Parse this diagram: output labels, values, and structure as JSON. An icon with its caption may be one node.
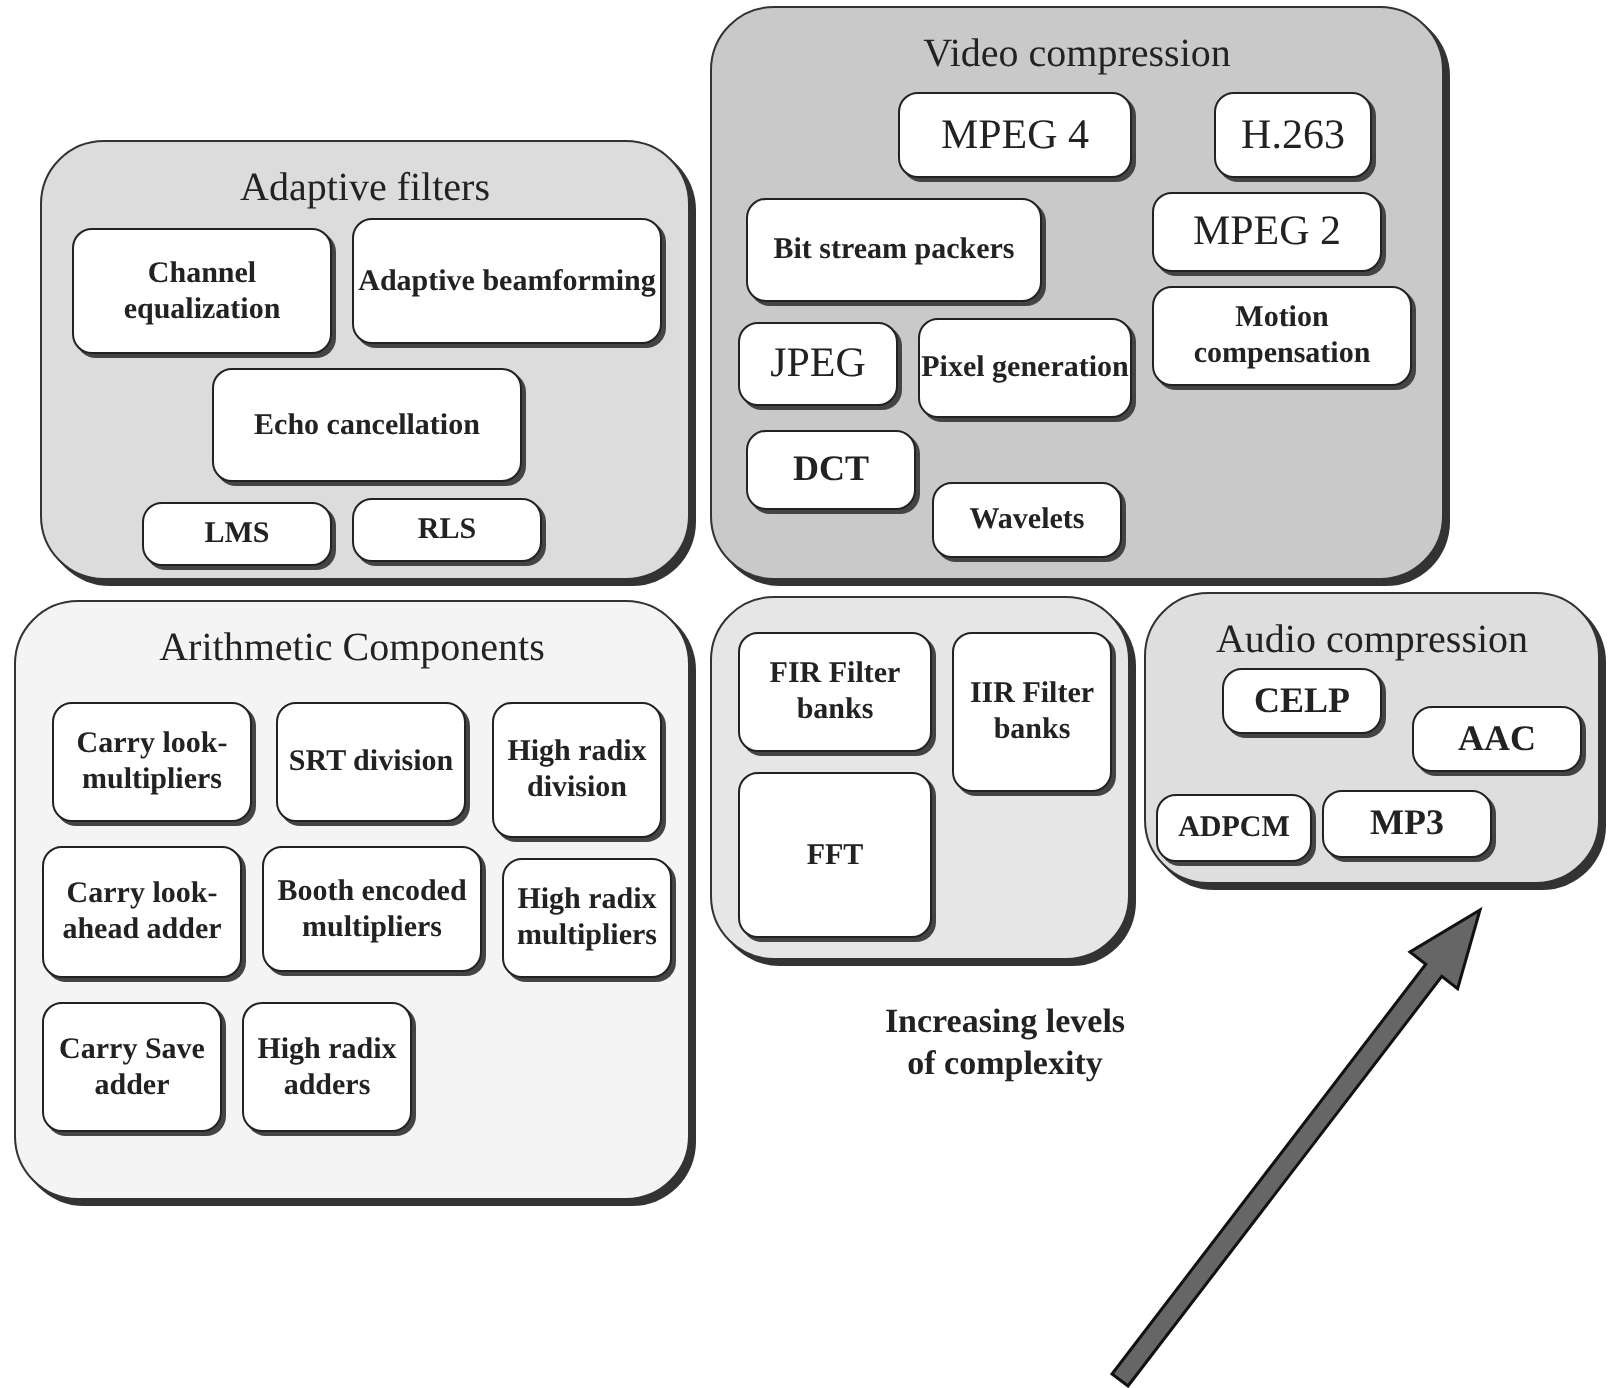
{
  "diagram": {
    "nodes": [
      {
        "text": [
          "Video compression"
        ]
      },
      {
        "text": [
          "MPEG 4"
        ],
        "in": 0
      },
      {
        "text": [
          "H.263"
        ],
        "in": 0
      },
      {
        "text": [
          "MPEG 2"
        ],
        "in": 0
      },
      {
        "text": [
          "Bit stream packers"
        ],
        "in": 0
      },
      {
        "text": [
          "Motion compensation"
        ],
        "in": 0
      },
      {
        "text": [
          "JPEG"
        ],
        "in": 0
      },
      {
        "text": [
          "Pixel generation"
        ],
        "in": 0
      },
      {
        "text": [
          "DCT"
        ],
        "in": 0
      },
      {
        "text": [
          "Wavelets"
        ],
        "in": 0
      },
      {
        "text": [
          "Adaptive filters"
        ]
      },
      {
        "text": [
          "Channel equalization"
        ],
        "in": 10
      },
      {
        "text": [
          "Adaptive beamforming"
        ],
        "in": 10
      },
      {
        "text": [
          "Echo cancellation"
        ],
        "in": 10
      },
      {
        "text": [
          "RLS"
        ],
        "in": 10
      },
      {
        "text": [
          "LMS"
        ],
        "in": 10
      },
      {
        "text": [
          "Audio compression"
        ]
      },
      {
        "text": [
          "CELP"
        ],
        "in": 16
      },
      {
        "text": [
          "AAC"
        ],
        "in": 16
      },
      {
        "text": [
          "MP3"
        ],
        "in": 16
      },
      {
        "text": [
          "ADPCM"
        ],
        "in": 16
      },
      {
        "text": [],
        "shape": "box"
      },
      {
        "text": [
          "FIR Filter banks"
        ],
        "in": 21
      },
      {
        "text": [
          "IIR Filter banks"
        ],
        "in": 21
      },
      {
        "text": [
          "FFT"
        ],
        "in": 21
      },
      {
        "text": [
          "Arithmetic Components"
        ]
      },
      {
        "text": [
          "Carry look- multipliers"
        ],
        "in": 25
      },
      {
        "text": [
          "SRT division"
        ],
        "in": 25
      },
      {
        "text": [
          "Booth encoded multipliers"
        ],
        "in": 25
      },
      {
        "text": [
          "High radix division"
        ],
        "in": 25
      },
      {
        "text": [
          "Carry look- ahead adder"
        ],
        "in": 25
      },
      {
        "text": [
          "High radix adders"
        ],
        "in": 25
      },
      {
        "text": [
          "High radix multipliers"
        ],
        "in": 25
      },
      {
        "text": [
          "Carry Save adder"
        ],
        "in": 25
      }
    ],
    "labels": [
      "Increasing levels of complexity"
    ]
  }
}
